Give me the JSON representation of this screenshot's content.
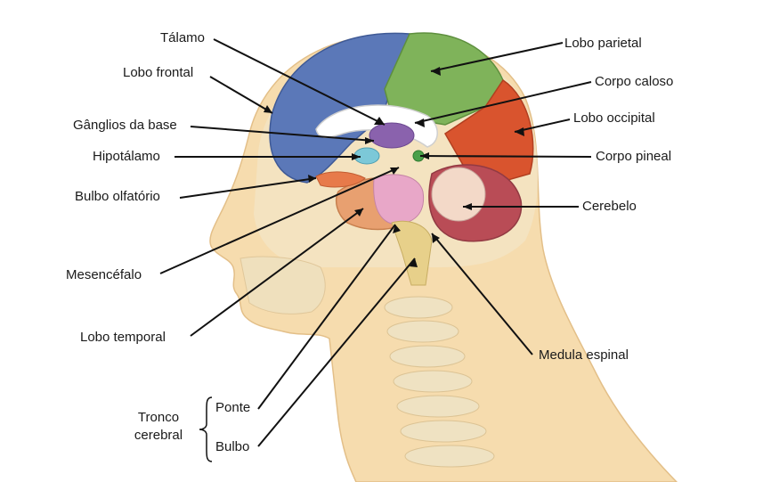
{
  "labels": {
    "talamo": "Tálamo",
    "lobo_frontal": "Lobo frontal",
    "ganglios_base": "Gânglios da base",
    "hipotalamo": "Hipotálamo",
    "bulbo_olfatorio": "Bulbo olfatório",
    "mesencefalo": "Mesencéfalo",
    "lobo_temporal": "Lobo temporal",
    "lobo_parietal": "Lobo parietal",
    "corpo_caloso": "Corpo caloso",
    "lobo_occipital": "Lobo occipital",
    "corpo_pineal": "Corpo pineal",
    "cerebelo": "Cerebelo",
    "medula_espinal": "Medula espinal",
    "tronco_line1": "Tronco",
    "tronco_line2": "cerebral",
    "ponte": "Ponte",
    "bulbo": "Bulbo"
  },
  "colors": {
    "skin": "#f6dcae",
    "skin_shadow": "#ecc48a",
    "bone": "#f3e6c7",
    "frontal_lobe": "#5b78b8",
    "parietal_lobe": "#7fb35a",
    "occipital_lobe": "#d9542e",
    "temporal_lobe": "#e8a070",
    "cerebellum": "#b94c56",
    "corpus_callosum": "#ffffff",
    "thalamus": "#8a62ad",
    "hypothalamus": "#7cc8d8",
    "midbrain": "#e8a7c8",
    "brainstem": "#e7d08a",
    "pineal": "#4aa04a",
    "olfactory": "#e77a4a"
  }
}
